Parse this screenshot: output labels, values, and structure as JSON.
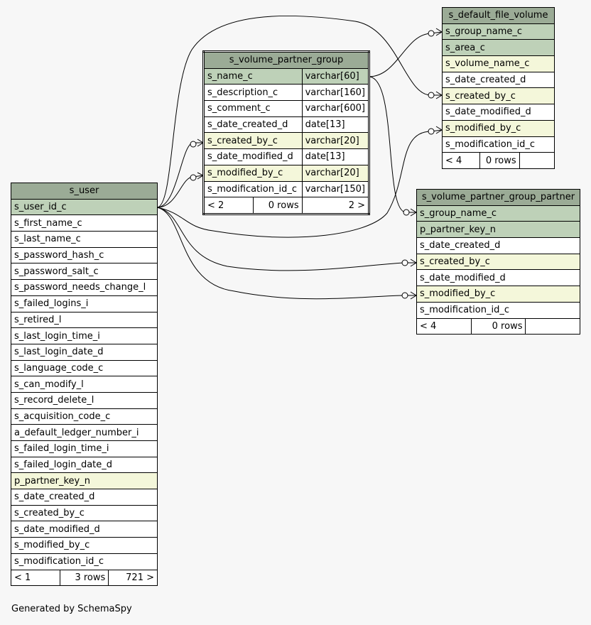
{
  "footer_text": "Generated by SchemaSpy",
  "s_user": {
    "title": "s_user",
    "columns": [
      {
        "name": "s_user_id_c",
        "key": "pk"
      },
      {
        "name": "s_first_name_c",
        "key": ""
      },
      {
        "name": "s_last_name_c",
        "key": ""
      },
      {
        "name": "s_password_hash_c",
        "key": ""
      },
      {
        "name": "s_password_salt_c",
        "key": ""
      },
      {
        "name": "s_password_needs_change_l",
        "key": ""
      },
      {
        "name": "s_failed_logins_i",
        "key": ""
      },
      {
        "name": "s_retired_l",
        "key": ""
      },
      {
        "name": "s_last_login_time_i",
        "key": ""
      },
      {
        "name": "s_last_login_date_d",
        "key": ""
      },
      {
        "name": "s_language_code_c",
        "key": ""
      },
      {
        "name": "s_can_modify_l",
        "key": ""
      },
      {
        "name": "s_record_delete_l",
        "key": ""
      },
      {
        "name": "s_acquisition_code_c",
        "key": ""
      },
      {
        "name": "a_default_ledger_number_i",
        "key": ""
      },
      {
        "name": "s_failed_login_time_i",
        "key": ""
      },
      {
        "name": "s_failed_login_date_d",
        "key": ""
      },
      {
        "name": "p_partner_key_n",
        "key": "fk"
      },
      {
        "name": "s_date_created_d",
        "key": ""
      },
      {
        "name": "s_created_by_c",
        "key": ""
      },
      {
        "name": "s_date_modified_d",
        "key": ""
      },
      {
        "name": "s_modified_by_c",
        "key": ""
      },
      {
        "name": "s_modification_id_c",
        "key": ""
      }
    ],
    "footer": {
      "parents": "< 1",
      "rows": "3 rows",
      "children": "721 >"
    }
  },
  "s_volume_partner_group": {
    "title": "s_volume_partner_group",
    "columns": [
      {
        "name": "s_name_c",
        "type": "varchar[60]",
        "key": "pk"
      },
      {
        "name": "s_description_c",
        "type": "varchar[160]",
        "key": ""
      },
      {
        "name": "s_comment_c",
        "type": "varchar[600]",
        "key": ""
      },
      {
        "name": "s_date_created_d",
        "type": "date[13]",
        "key": ""
      },
      {
        "name": "s_created_by_c",
        "type": "varchar[20]",
        "key": "fk"
      },
      {
        "name": "s_date_modified_d",
        "type": "date[13]",
        "key": ""
      },
      {
        "name": "s_modified_by_c",
        "type": "varchar[20]",
        "key": "fk"
      },
      {
        "name": "s_modification_id_c",
        "type": "varchar[150]",
        "key": ""
      }
    ],
    "footer": {
      "parents": "< 2",
      "rows": "0 rows",
      "children": "2 >"
    }
  },
  "s_default_file_volume": {
    "title": "s_default_file_volume",
    "columns": [
      {
        "name": "s_group_name_c",
        "key": "pk"
      },
      {
        "name": "s_area_c",
        "key": "pk"
      },
      {
        "name": "s_volume_name_c",
        "key": "fk"
      },
      {
        "name": "s_date_created_d",
        "key": ""
      },
      {
        "name": "s_created_by_c",
        "key": "fk"
      },
      {
        "name": "s_date_modified_d",
        "key": ""
      },
      {
        "name": "s_modified_by_c",
        "key": "fk"
      },
      {
        "name": "s_modification_id_c",
        "key": ""
      }
    ],
    "footer": {
      "parents": "< 4",
      "rows": "0 rows",
      "children": ""
    }
  },
  "s_volume_partner_group_partner": {
    "title": "s_volume_partner_group_partner",
    "columns": [
      {
        "name": "s_group_name_c",
        "key": "pk"
      },
      {
        "name": "p_partner_key_n",
        "key": "pk"
      },
      {
        "name": "s_date_created_d",
        "key": ""
      },
      {
        "name": "s_created_by_c",
        "key": "fk"
      },
      {
        "name": "s_date_modified_d",
        "key": ""
      },
      {
        "name": "s_modified_by_c",
        "key": "fk"
      },
      {
        "name": "s_modification_id_c",
        "key": ""
      }
    ],
    "footer": {
      "parents": "< 4",
      "rows": "0 rows",
      "children": ""
    }
  }
}
